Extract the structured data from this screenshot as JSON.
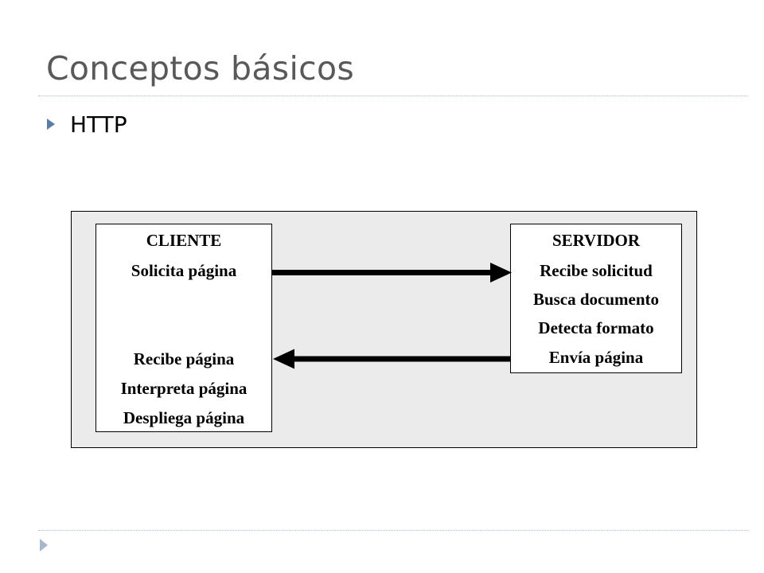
{
  "slide": {
    "title": "Conceptos básicos",
    "bullet": "HTTP"
  },
  "diagram": {
    "client": {
      "lines": [
        "CLIENTE",
        "Solicita página",
        "Recibe página",
        "Interpreta página",
        "Despliega página"
      ]
    },
    "server": {
      "lines": [
        "SERVIDOR",
        "Recibe solicitud",
        "Busca documento",
        "Detecta formato",
        "Envía página"
      ]
    },
    "arrows": [
      "request",
      "response"
    ]
  },
  "colors": {
    "title": "#595959",
    "rule": "#a8b9cc",
    "bullet_accent": "#5a7ca6",
    "diagram_background": "#ebebeb"
  },
  "icons": [
    "triangle-bullet-icon",
    "triangle-marker-icon"
  ]
}
